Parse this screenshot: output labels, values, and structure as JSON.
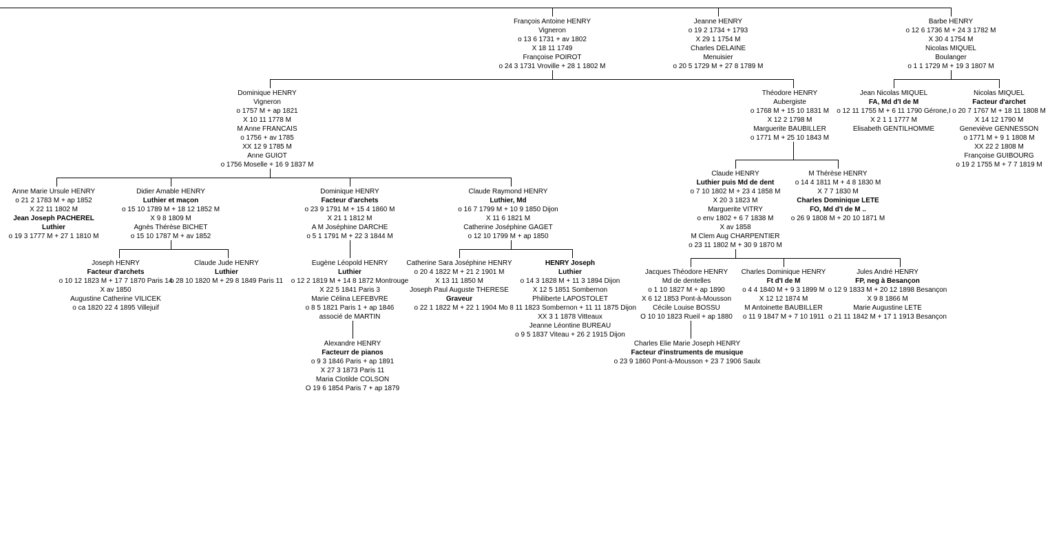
{
  "people": [
    {
      "id": "francois_antoine",
      "lines": [
        {
          "t": "François Antoine HENRY"
        },
        {
          "t": "Vigneron"
        },
        {
          "t": "o 13 6 1731 + av 1802"
        },
        {
          "t": "X 18 11 1749"
        },
        {
          "t": "Françoise POIROT"
        },
        {
          "t": "o 24 3 1731 Vroville + 28 1 1802 M"
        }
      ]
    },
    {
      "id": "jeanne",
      "lines": [
        {
          "t": "Jeanne HENRY"
        },
        {
          "t": "o 19 2 1734 + 1793"
        },
        {
          "t": "X 29 1 1754 M"
        },
        {
          "t": "Charles DELAINE"
        },
        {
          "t": "Menuisier"
        },
        {
          "t": "o 20 5 1729 M + 27 8 1789 M"
        }
      ]
    },
    {
      "id": "barbe",
      "lines": [
        {
          "t": "Barbe HENRY"
        },
        {
          "t": "o 12 6 1736  M + 24 3 1782 M"
        },
        {
          "t": "X 30 4 1754 M"
        },
        {
          "t": "Nicolas MIQUEL"
        },
        {
          "t": "Boulanger"
        },
        {
          "t": "o 1 1 1729 M + 19 3 1807 M"
        }
      ]
    },
    {
      "id": "dominique_1757",
      "lines": [
        {
          "t": "Dominique HENRY"
        },
        {
          "t": "Vigneron"
        },
        {
          "t": "o 1757 M + ap 1821"
        },
        {
          "t": "X 10 11 1778 M"
        },
        {
          "t": "M Anne FRANCAIS"
        },
        {
          "t": "o 1756 + av 1785"
        },
        {
          "t": "XX 12 9 1785 M"
        },
        {
          "t": "Anne GUIOT"
        },
        {
          "t": "o 1756 Moselle + 16 9 1837 M"
        }
      ]
    },
    {
      "id": "theodore",
      "lines": [
        {
          "t": "Théodore HENRY"
        },
        {
          "t": "Aubergiste"
        },
        {
          "t": "o 1768 M + 15 10 1831 M"
        },
        {
          "t": "X 12 2 1798 M"
        },
        {
          "t": "Marguerite BAUBILLER"
        },
        {
          "t": "o 1771 M + 25 10 1843 M"
        }
      ]
    },
    {
      "id": "jean_nicolas_miquel",
      "lines": [
        {
          "t": "Jean Nicolas MIQUEL"
        },
        {
          "t": "FA, Md d'I de M",
          "b": true
        },
        {
          "t": "o 12 11 1755 M + 6 11 1790 Gérone,I"
        },
        {
          "t": "X 2 1 1 1777 M"
        },
        {
          "t": "Elisabeth GENTILHOMME"
        }
      ]
    },
    {
      "id": "nicolas_miquel",
      "lines": [
        {
          "t": "Nicolas MIQUEL"
        },
        {
          "t": "Facteur d'archet",
          "b": true
        },
        {
          "t": "o 20 7 1767 M + 18 11 1808 M"
        },
        {
          "t": "X 14 12 1790 M"
        },
        {
          "t": "Geneviève GENNESSON"
        },
        {
          "t": "o 1771 M + 9 1 1808 M"
        },
        {
          "t": "XX 22 2 1808 M"
        },
        {
          "t": "Françoise GUIBOURG"
        },
        {
          "t": "o 19 2 1755 M + 7 7 1819 M"
        }
      ]
    },
    {
      "id": "anne_marie_ursule",
      "lines": [
        {
          "t": "Anne Marie Ursule HENRY"
        },
        {
          "t": "o 21 2 1783 M + ap 1852"
        },
        {
          "t": "X 22 11 1802 M"
        },
        {
          "t": "Jean Joseph PACHEREL",
          "b": true
        },
        {
          "t": "Luthier",
          "b": true
        },
        {
          "t": "o 19 3 1777 M + 27 1 1810 M"
        }
      ]
    },
    {
      "id": "didier_amable",
      "lines": [
        {
          "t": "Didier Amable HENRY"
        },
        {
          "t": "Luthier et maçon",
          "b": true
        },
        {
          "t": "o 15 10 1789 M + 18 12 1852 M"
        },
        {
          "t": "X 9 8 1809 M"
        },
        {
          "t": "Agnès Thérèse BICHET"
        },
        {
          "t": "o 15 10 1787 M + av 1852"
        }
      ]
    },
    {
      "id": "dominique_1791",
      "lines": [
        {
          "t": "Dominique HENRY"
        },
        {
          "t": "Facteur d'archets",
          "b": true
        },
        {
          "t": "o 23 9 1791 M + 15 4 1860 M"
        },
        {
          "t": "X 21 1 1812 M"
        },
        {
          "t": "A M Joséphine DARCHE"
        },
        {
          "t": "o 5 1 1791 M + 22 3 1844 M"
        }
      ]
    },
    {
      "id": "claude_raymond",
      "lines": [
        {
          "t": "Claude Raymond HENRY"
        },
        {
          "t": "Luthier, Md",
          "b": true
        },
        {
          "t": "o 16 7 1799 M + 10 9 1850 Dijon"
        },
        {
          "t": "X 11 6 1821 M"
        },
        {
          "t": "Catherine Joséphine GAGET"
        },
        {
          "t": "o 12 10 1799 M + ap 1850"
        }
      ]
    },
    {
      "id": "claude_1802",
      "lines": [
        {
          "t": "Claude HENRY"
        },
        {
          "t": "Luthier puis Md de dent",
          "b": true
        },
        {
          "t": "o 7 10 1802 M + 23 4 1858 M"
        },
        {
          "t": "X 20 3 1823 M"
        },
        {
          "t": "Marguerite VITRY"
        },
        {
          "t": "o env 1802 + 6 7 1838 M"
        },
        {
          "t": "X av 1858"
        },
        {
          "t": "M Clem Aug CHARPENTIER"
        },
        {
          "t": "o 23 11 1802 M + 30 9 1870 M"
        }
      ]
    },
    {
      "id": "m_therese",
      "lines": [
        {
          "t": "M Thérèse HENRY"
        },
        {
          "t": "o 14 4 1811 M + 4 8 1830 M"
        },
        {
          "t": "X 7 7 1830 M"
        },
        {
          "t": "Charles Dominique LETE",
          "b": true
        },
        {
          "t": "FO, Md d'I de M ..",
          "b": true
        },
        {
          "t": "o 26 9 1808 M + 20 10 1871 M"
        }
      ]
    },
    {
      "id": "joseph_1823",
      "lines": [
        {
          "t": "Joseph HENRY"
        },
        {
          "t": "Facteur d'archets",
          "b": true
        },
        {
          "t": "o 10 12 1823 M + 17 7 1870 Paris 14"
        },
        {
          "t": "X av 1850"
        },
        {
          "t": "Augustine Catherine VILICEK"
        },
        {
          "t": "o ca 1820  22 4 1895 Villejuif"
        }
      ]
    },
    {
      "id": "claude_jude",
      "lines": [
        {
          "t": "Claude Jude HENRY"
        },
        {
          "t": "Luthier",
          "b": true
        },
        {
          "t": "o 28 10 1820 M + 29 8 1849 Paris 11"
        }
      ]
    },
    {
      "id": "eugene_leopold",
      "lines": [
        {
          "t": "Eugène Léopold HENRY"
        },
        {
          "t": "Luthier",
          "b": true
        },
        {
          "t": "o 12 2 1819 M + 14 8 1872 Montrouge"
        },
        {
          "t": "X 22 5 1841 Paris 3"
        },
        {
          "t": "Marie Célina LEFEBVRE"
        },
        {
          "t": "o 8 5 1821 Paris 1 + ap 1846"
        },
        {
          "t": "associé de MARTIN"
        }
      ]
    },
    {
      "id": "catherine_sara",
      "lines": [
        {
          "t": "Catherine Sara Joséphine HENRY"
        },
        {
          "t": "o 20 4 1822 M + 21 2 1901 M"
        },
        {
          "t": "X 13 11 1850 M"
        },
        {
          "t": "Joseph Paul Auguste THERESE"
        },
        {
          "t": "Graveur",
          "b": true
        },
        {
          "t": "o 22 1 1822 M + 22 1 1904 M"
        }
      ]
    },
    {
      "id": "henry_joseph",
      "lines": [
        {
          "t": "HENRY Joseph",
          "b": true
        },
        {
          "t": "Luthier",
          "b": true
        },
        {
          "t": "o 14 3 1828 M + 11 3 1894 Dijon"
        },
        {
          "t": "X 12 5 1851 Sombernon"
        },
        {
          "t": "Philiberte LAPOSTOLET"
        },
        {
          "t": "o 8 11 1823 Sombernon + 11 11 1875 Dijon"
        },
        {
          "t": "XX 3 1 1878 Vitteaux"
        },
        {
          "t": "Jeanne Léontine BUREAU"
        },
        {
          "t": "o 9 5 1837 Viteau + 26 2 1915 Dijon"
        }
      ]
    },
    {
      "id": "jacques_theodore",
      "lines": [
        {
          "t": "Jacques Théodore HENRY"
        },
        {
          "t": "Md de dentelles"
        },
        {
          "t": "o 1 10 1827 M + ap 1890"
        },
        {
          "t": "X 6 12 1853 Pont-à-Mousson"
        },
        {
          "t": "Cécile Louise BOSSU"
        },
        {
          "t": "O 10 10 1823 Rueil + ap 1880"
        }
      ]
    },
    {
      "id": "charles_dominique",
      "lines": [
        {
          "t": "Charles Dominique HENRY"
        },
        {
          "t": "Ft d'I de M",
          "b": true
        },
        {
          "t": "o 4 4 1840 M + 9 3 1899 M"
        },
        {
          "t": "X 12 12 1874 M"
        },
        {
          "t": "M Antoinette BAUBILLER"
        },
        {
          "t": "o 11 9 1847 M + 7 10 1911"
        }
      ]
    },
    {
      "id": "jules_andre",
      "lines": [
        {
          "t": "Jules André HENRY"
        },
        {
          "t": "FP, neg à Besançon",
          "b": true
        },
        {
          "t": "o 12 9 1833 M + 20 12 1898 Besançon"
        },
        {
          "t": "X 9 8 1866 M"
        },
        {
          "t": "Marie Augustine LETE"
        },
        {
          "t": "o 21 11 1842 M + 17 1 1913 Besançon"
        }
      ]
    },
    {
      "id": "alexandre",
      "lines": [
        {
          "t": "Alexandre HENRY"
        },
        {
          "t": "Facteurr de pianos",
          "b": true
        },
        {
          "t": "o 9 3 1846 Paris + ap 1891"
        },
        {
          "t": "X 27 3 1873 Paris 11"
        },
        {
          "t": "Maria Clotilde COLSON"
        },
        {
          "t": "O 19 6 1854 Paris 7 + ap 1879"
        }
      ]
    },
    {
      "id": "charles_elie",
      "lines": [
        {
          "t": "Charles Elie Marie Joseph HENRY"
        },
        {
          "t": "Facteur d'instruments de musique",
          "b": true
        },
        {
          "t": "o 23 9 1860 Pont-à-Mousson + 23 7 1906 Saulx"
        }
      ]
    }
  ]
}
